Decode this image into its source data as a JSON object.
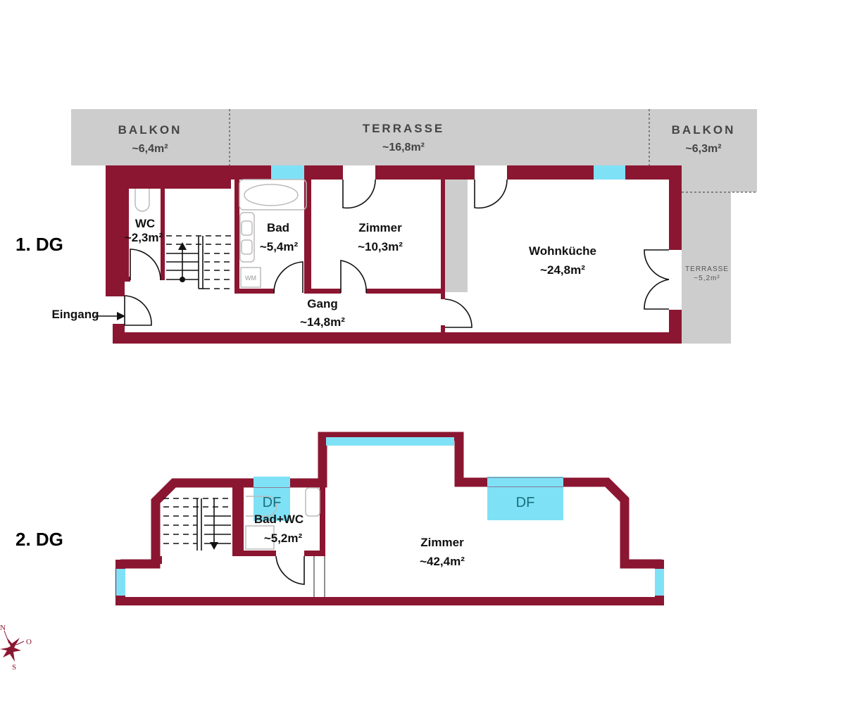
{
  "floors": {
    "first": {
      "label": "1. DG",
      "outdoor": [
        {
          "name": "BALKON",
          "area": "~6,4m²"
        },
        {
          "name": "TERRASSE",
          "area": "~16,8m²"
        },
        {
          "name": "BALKON",
          "area": "~6,3m²"
        },
        {
          "name": "TERRASSE",
          "area": "~5,2m²"
        }
      ],
      "rooms": [
        {
          "name": "WC",
          "area": "~2,3m²"
        },
        {
          "name": "Bad",
          "area": "~5,4m²"
        },
        {
          "name": "Zimmer",
          "area": "~10,3m²"
        },
        {
          "name": "Wohnküche",
          "area": "~24,8m²"
        },
        {
          "name": "Gang",
          "area": "~14,8m²"
        }
      ],
      "entrance": "Eingang",
      "appliance": "WM"
    },
    "second": {
      "label": "2. DG",
      "rooms": [
        {
          "name": "Bad+WC",
          "area": "~5,2m²"
        },
        {
          "name": "Zimmer",
          "area": "~42,4m²"
        }
      ],
      "skylight": "DF"
    }
  },
  "compass": {
    "n": "N",
    "o": "O",
    "s": "S"
  },
  "colors": {
    "wall": "#8b1631",
    "window": "#7fe1f6",
    "outdoor": "#cdcdcd"
  }
}
